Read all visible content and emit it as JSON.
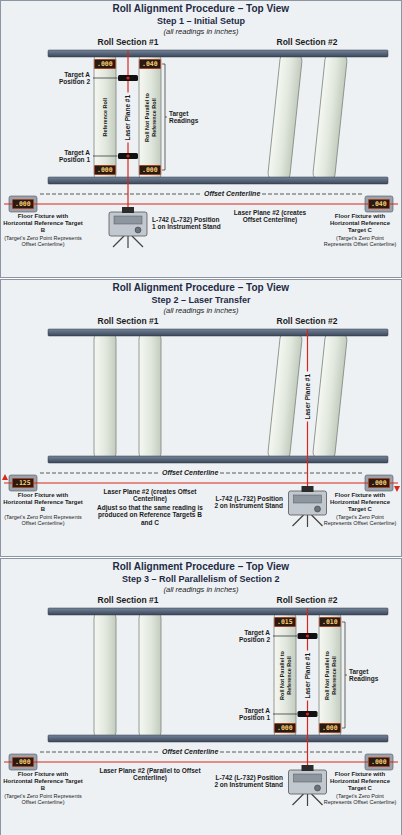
{
  "diagram": {
    "nodes": [
      {
        "text": [
          ".000"
        ]
      },
      {
        "text": [
          ".040"
        ]
      },
      {
        "text": [
          ".000"
        ]
      },
      {
        "text": [
          ".000"
        ]
      },
      {
        "text": [
          ".000"
        ]
      },
      {
        "text": [
          ".040"
        ]
      },
      {
        "text": [
          ".125"
        ]
      },
      {
        "text": [
          ".000"
        ]
      },
      {
        "text": [
          ".015"
        ]
      },
      {
        "text": [
          ".010"
        ]
      },
      {
        "text": [
          ".000"
        ]
      },
      {
        "text": [
          ".000"
        ]
      },
      {
        "text": [
          ".000"
        ]
      },
      {
        "text": [
          ".000"
        ]
      }
    ],
    "labels": [
      "Roll Alignment Procedure – Top View",
      "Step 1 – Initial Setup",
      "(all readings in inches)",
      "Roll Section #1",
      "Roll Section #2",
      "Target A Position 2",
      "Reference Roll",
      "Laser Plane #1",
      "Roll Not Parallel to Reference Roll",
      "Target Readings",
      "Target A Position 1",
      "Offset Centerline",
      "Laser Plane #2 (creates Offset Centerline)",
      "Floor Fixture with Horizontal Reference Target B",
      "(Target's Zero Point Represents Offset Centerline)",
      "Floor Fixture with Horizontal Reference Target C",
      "(Target's Zero Point Represents Offset Centerline)",
      "L-742 (L-732) Position 1 on Instrument Stand",
      "Roll Alignment Procedure – Top View",
      "Step 2 – Laser Transfer",
      "(all readings in inches)",
      "Roll Section #1",
      "Roll Section #2",
      "Laser Plane #1",
      "Offset Centerline",
      "Laser Plane #2 (creates Offset Centerline)",
      "Adjust so that the same reading is produced on Reference Targets B and C",
      "Floor Fixture with Horizontal Reference Target B",
      "(Target's Zero Point Represents Offset Centerline)",
      "Floor Fixture with Horizontal Reference Target C",
      "(Target's Zero Point Represents Offset Centerline)",
      "L-742 (L-732) Position 2 on Instrument Stand",
      "Roll Alignment Procedure – Top View",
      "Step 3 – Roll Parallelism of Section 2",
      "(all readings in inches)",
      "Roll Section #1",
      "Roll Section #2",
      "Target A Position 2",
      "Roll Not Parallel to Reference Roll",
      "Laser Plane #1",
      "Roll Not Parallel to Reference Roll",
      "Target Readings",
      "Target A Position 1",
      "Offset Centerline",
      "Laser Plane #2 (Parallel to Offset Centerline)",
      "Floor Fixture with Horizontal Reference Target B",
      "(Target's Zero Point Represents Offset Centerline)",
      "Floor Fixture with Horizontal Reference Target C",
      "(Target's Zero Point Represents Offset Centerline)",
      "L-742 (L-732) Position 2 on Instrument Stand"
    ]
  }
}
